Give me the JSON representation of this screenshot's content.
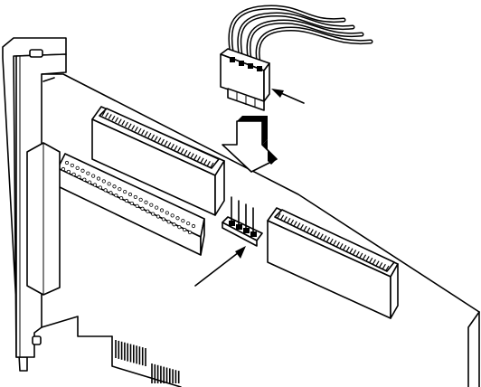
{
  "figure": {
    "parts": [
      {
        "id": "power-cable",
        "icon": "four-wire-power-cable"
      },
      {
        "id": "cable-connector",
        "icon": "power-connector-plug"
      },
      {
        "id": "insert-arrow",
        "icon": "down-arrow"
      },
      {
        "id": "power-header",
        "icon": "four-pin-header"
      },
      {
        "id": "upper-scsi-connector",
        "icon": "ribbon-connector"
      },
      {
        "id": "lower-pin-connector",
        "icon": "pin-connector"
      },
      {
        "id": "right-scsi-connector",
        "icon": "ribbon-connector"
      },
      {
        "id": "mounting-bracket",
        "icon": "card-bracket"
      },
      {
        "id": "edge-connector",
        "icon": "pci-edge-fingers"
      }
    ],
    "callouts": 2
  }
}
